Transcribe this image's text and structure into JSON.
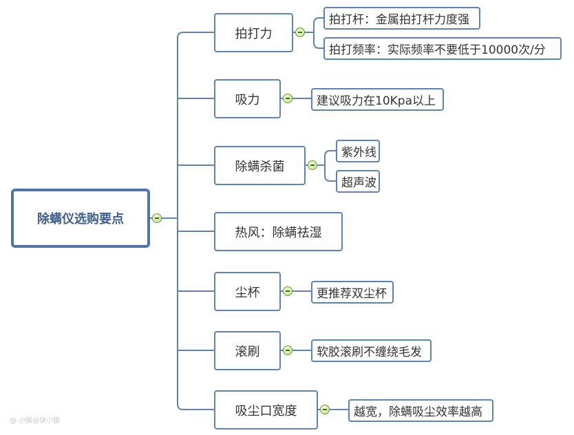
{
  "root": {
    "label": "除螨仪选购要点"
  },
  "branches": [
    {
      "label": "拍打力",
      "children": [
        "拍打杆：金属拍打杆力度强",
        "拍打频率：实际频率不要低于10000次/分"
      ]
    },
    {
      "label": "吸力",
      "children": [
        "建议吸力在10Kpa以上"
      ]
    },
    {
      "label": "除螨杀菌",
      "children": [
        "紫外线",
        "超声波"
      ]
    },
    {
      "label": "热风：除螨祛湿",
      "children": []
    },
    {
      "label": "尘杯",
      "children": [
        "更推荐双尘杯"
      ]
    },
    {
      "label": "滚刷",
      "children": [
        "软胶滚刷不缠绕毛发"
      ]
    },
    {
      "label": "吸尘口宽度",
      "children": [
        "越宽，除螨吸尘效率越高"
      ]
    }
  ],
  "watermark": "@ 小猫@快小猫",
  "colors": {
    "line": "#5d82b6",
    "toggle_fill": "#c6e39a",
    "toggle_border": "#6a9a36",
    "root_text": "#3d5f92"
  }
}
